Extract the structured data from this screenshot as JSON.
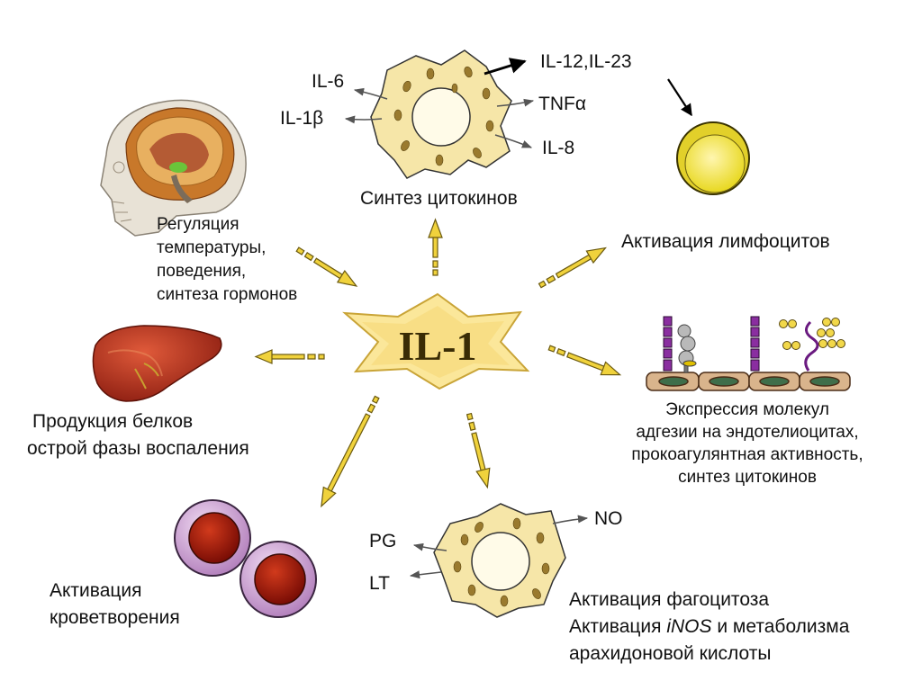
{
  "center": {
    "label": "IL-1"
  },
  "colors": {
    "arrow_fill": "#f0d23c",
    "arrow_stroke": "#6b5a10",
    "center_fill": "#fbe79a",
    "cell_fill": "#f6e6a8",
    "cell_spots": "#8b6b2a",
    "lymphocyte_fill": "#e8dc3a",
    "rbc_outer": "#c9a0d0",
    "rbc_inner": "#a81d0f"
  },
  "cytokine_cell": {
    "title": "Синтез цитокинов",
    "outputs": [
      "IL-6",
      "IL-1β",
      "TNFα",
      "IL-8",
      "IL-12,IL-23"
    ]
  },
  "lymphocytes": {
    "label": "Активация лимфоцитов"
  },
  "brain": {
    "lines": [
      "Регуляция",
      "температуры,",
      "поведения,",
      "синтеза гормонов"
    ]
  },
  "liver": {
    "lines": [
      "Продукция белков",
      "острой фазы воспаления"
    ]
  },
  "endothelium": {
    "lines": [
      "Экспрессия молекул",
      "адгезии на эндотелиоцитах,",
      "прокоагулянтная активность,",
      "синтез цитокинов"
    ]
  },
  "blood": {
    "lines": [
      "Активация",
      "кроветворения"
    ]
  },
  "phagocyte": {
    "outputs": [
      "NO",
      "PG",
      "LT"
    ],
    "line1": "Активация фагоцитоза",
    "line2_pre": "Активация ",
    "line2_ital": "iNOS",
    "line2_post": " и метаболизма",
    "line3": "арахидоновой кислоты"
  },
  "icons": [
    "brain-icon",
    "liver-icon",
    "red-blood-cell-icon",
    "macrophage-icon",
    "lymphocyte-icon",
    "endothelium-icon"
  ]
}
